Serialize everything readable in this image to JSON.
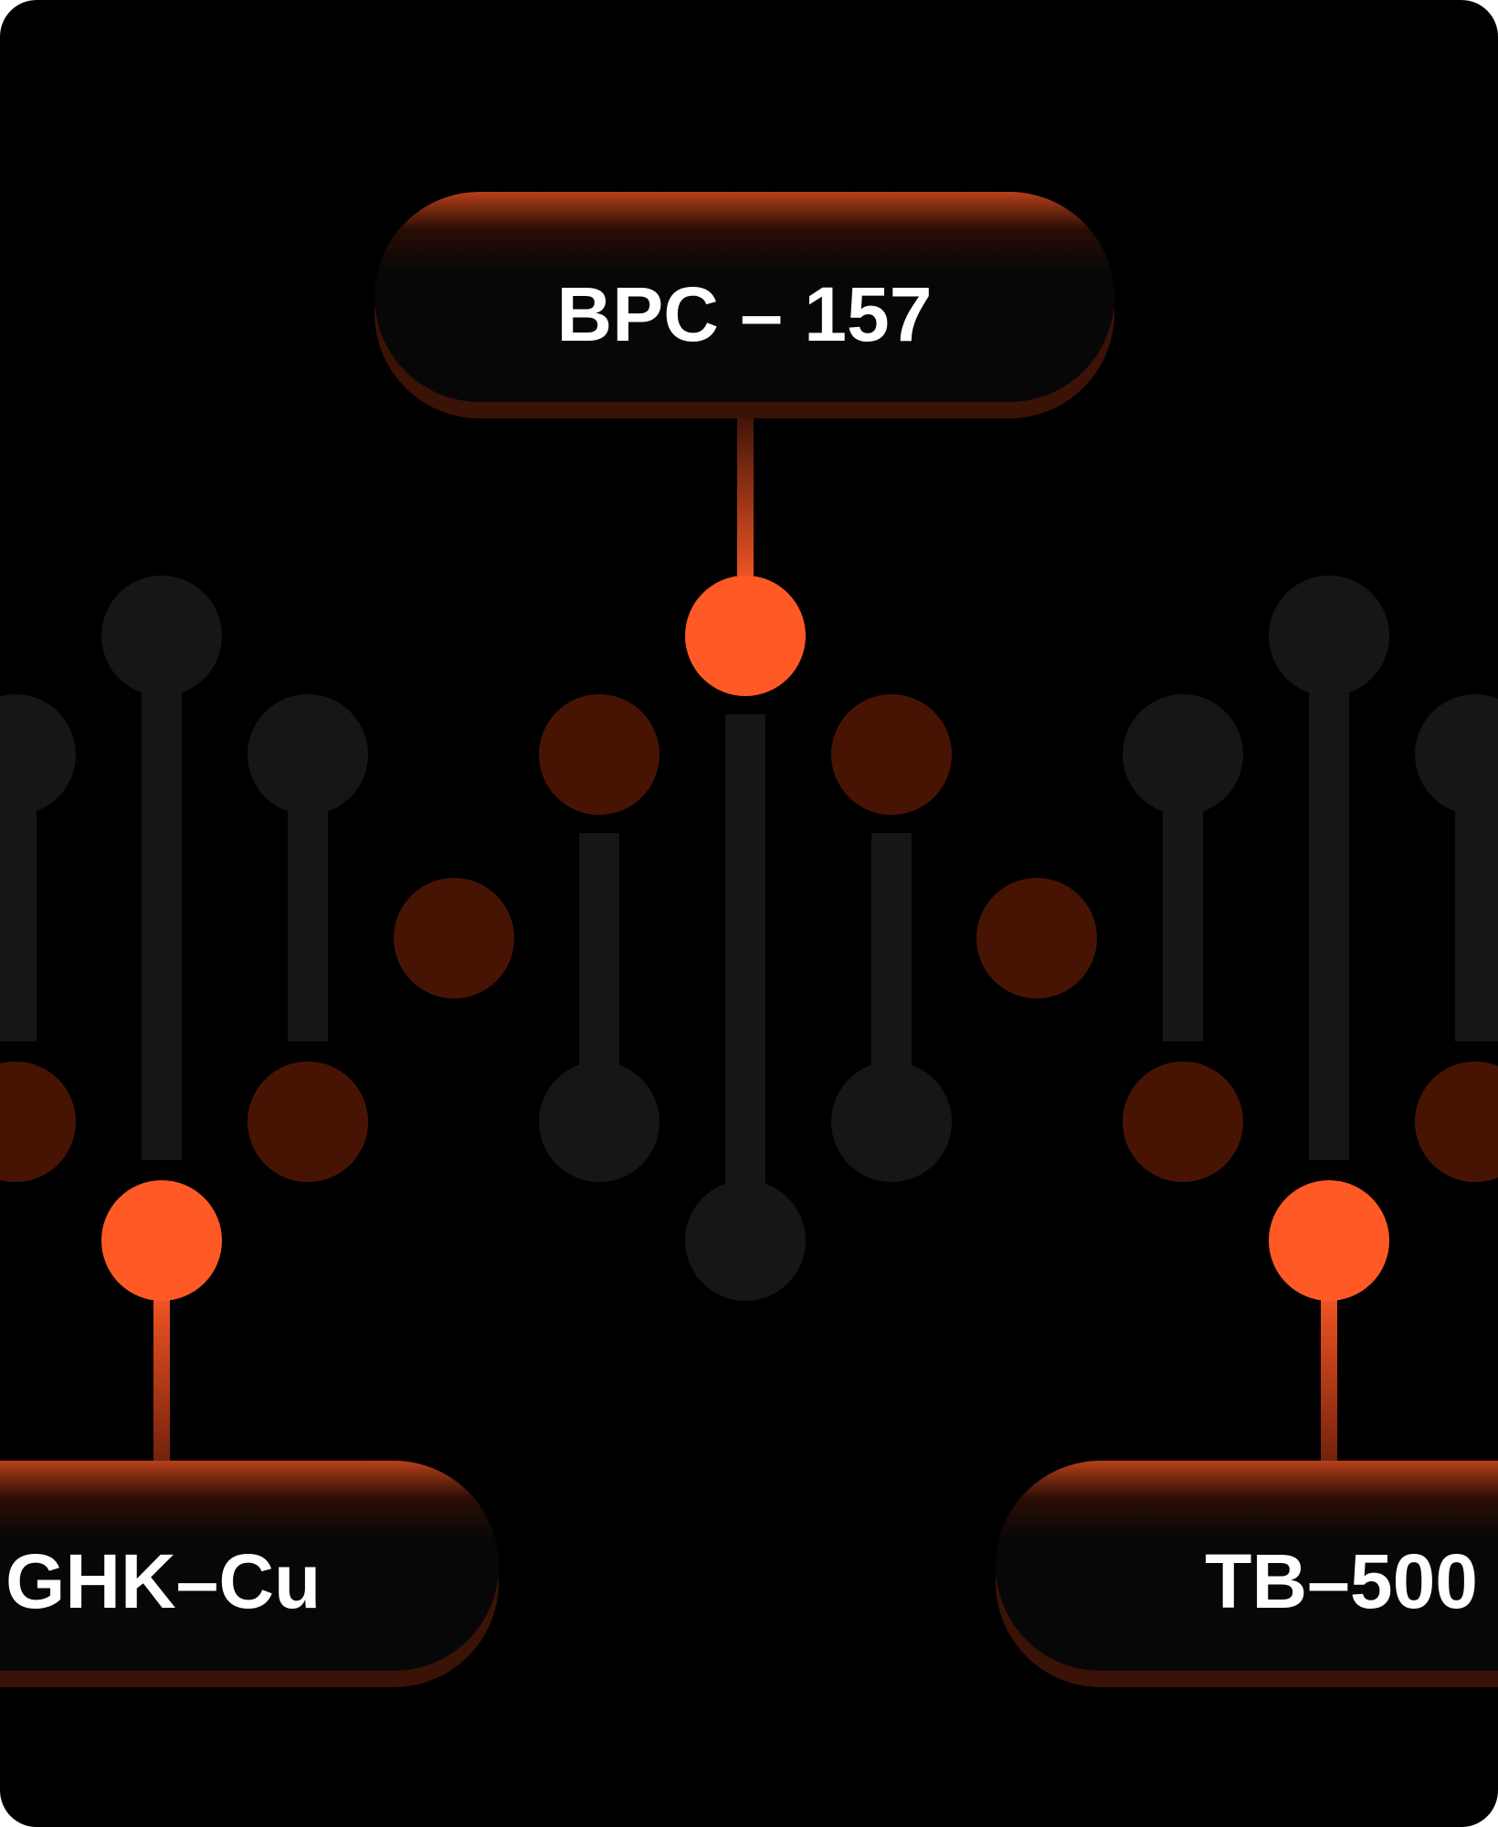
{
  "labels": {
    "top": "BPC – 157",
    "bottom_left": "GHK–Cu",
    "bottom_right": "TB–500"
  },
  "colors": {
    "background": "#000000",
    "accent": "#FF5A26",
    "dark_accent": "#471404",
    "neutral": "#161616",
    "pill_fill": "#070707",
    "text": "#ffffff"
  }
}
